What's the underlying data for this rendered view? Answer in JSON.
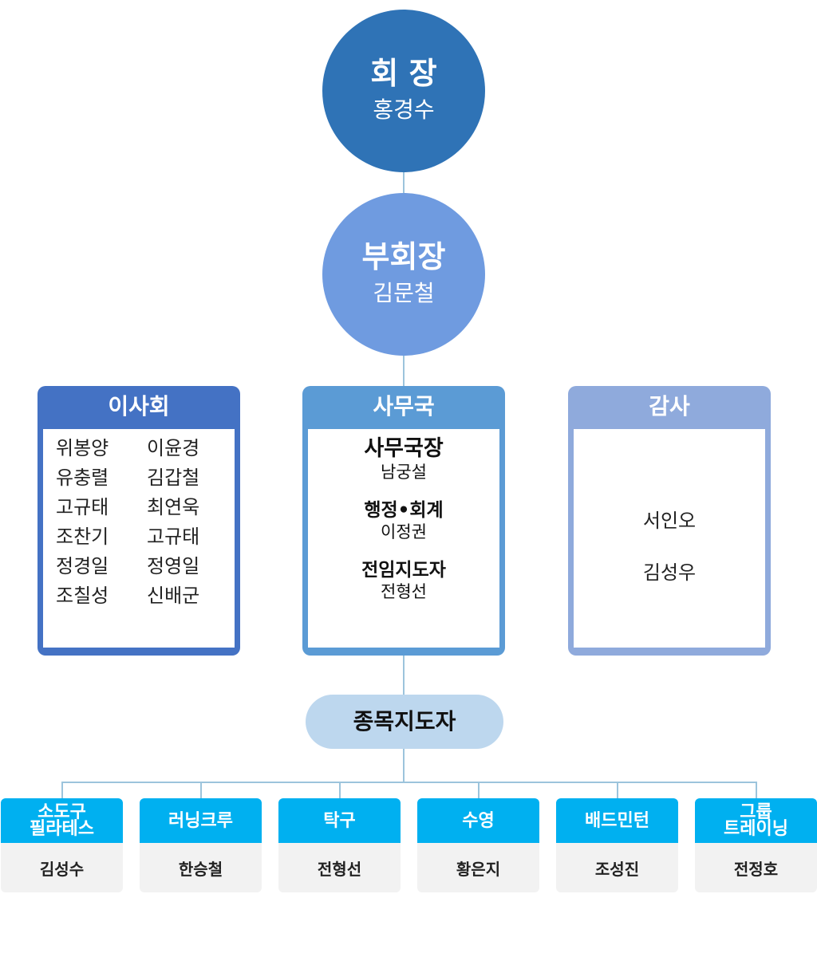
{
  "president": {
    "title": "회 장",
    "name": "홍경수"
  },
  "vice_president": {
    "title": "부회장",
    "name": "김문철"
  },
  "board": {
    "title": "이사회",
    "members": [
      "위봉양",
      "이윤경",
      "유충렬",
      "김갑철",
      "고규태",
      "최연욱",
      "조찬기",
      "고규태",
      "정경일",
      "정영일",
      "조칠성",
      "신배군"
    ]
  },
  "office": {
    "title": "사무국",
    "items": [
      {
        "role": "사무국장",
        "name": "남궁설"
      },
      {
        "role": "행정•회계",
        "name": "이정권"
      },
      {
        "role": "전임지도자",
        "name": "전형선"
      }
    ]
  },
  "audit": {
    "title": "감사",
    "members": [
      "서인오",
      "김성우"
    ]
  },
  "coaches": {
    "title": "종목지도자"
  },
  "sports": [
    {
      "label": "소도구\n필라테스",
      "name": "김성수"
    },
    {
      "label": "러닝크루",
      "name": "한승철"
    },
    {
      "label": "탁구",
      "name": "전형선"
    },
    {
      "label": "수영",
      "name": "황은지"
    },
    {
      "label": "배드민턴",
      "name": "조성진"
    },
    {
      "label": "그룹\n트레이닝",
      "name": "전정호"
    }
  ],
  "colors": {
    "president": "#2f73b6",
    "vice_president": "#6f9be0",
    "board": "#4472c4",
    "office": "#5b9bd5",
    "audit": "#8faadc",
    "coaches": "#bdd7ee",
    "sport_header": "#00b0f0",
    "connector": "#9cc4dc"
  }
}
